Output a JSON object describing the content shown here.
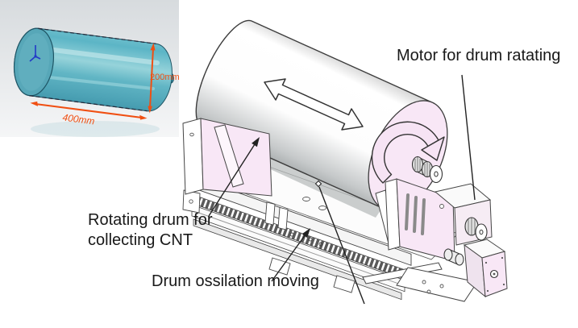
{
  "figure": {
    "title": "CNT drum collector assembly diagram",
    "background": "#ffffff"
  },
  "inset": {
    "length_dimension": "400mm",
    "diameter_dimension": "200mm",
    "dimension_color": "#f04f12",
    "cylinder_color": "#5cb5c6"
  },
  "annotations": {
    "motor_label": "Motor for drum ratating",
    "rotating_drum_label": "Rotating drum for\ncollecting CNT",
    "oscillation_label": "Drum ossilation moving"
  },
  "colors": {
    "outline": "#444444",
    "face_pink": "#f8e7f6",
    "rack_dark": "#5a5a5a",
    "label_text": "#191919"
  }
}
